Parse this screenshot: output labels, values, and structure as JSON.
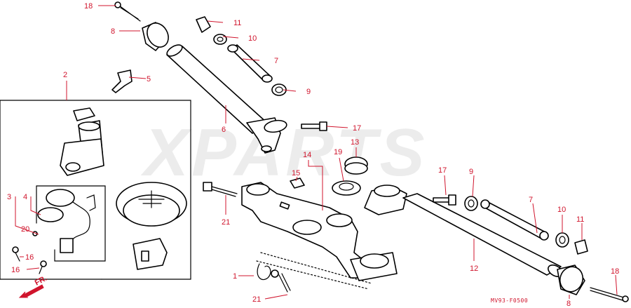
{
  "watermark": "XPARTS",
  "diagram_code": "MV93-F0500",
  "front_arrow": "FR.",
  "callouts": [
    {
      "id": "c18a",
      "label": "18"
    },
    {
      "id": "c8a",
      "label": "8"
    },
    {
      "id": "c11a",
      "label": "11"
    },
    {
      "id": "c10a",
      "label": "10"
    },
    {
      "id": "c7a",
      "label": "7"
    },
    {
      "id": "c9a",
      "label": "9"
    },
    {
      "id": "c2",
      "label": "2"
    },
    {
      "id": "c5",
      "label": "5"
    },
    {
      "id": "c6",
      "label": "6"
    },
    {
      "id": "c17a",
      "label": "17"
    },
    {
      "id": "c14",
      "label": "14"
    },
    {
      "id": "c19",
      "label": "19"
    },
    {
      "id": "c13",
      "label": "13"
    },
    {
      "id": "c15",
      "label": "15"
    },
    {
      "id": "c17b",
      "label": "17"
    },
    {
      "id": "c9b",
      "label": "9"
    },
    {
      "id": "c7b",
      "label": "7"
    },
    {
      "id": "c10b",
      "label": "10"
    },
    {
      "id": "c11b",
      "label": "11"
    },
    {
      "id": "c3",
      "label": "3"
    },
    {
      "id": "c4",
      "label": "4"
    },
    {
      "id": "c21a",
      "label": "21"
    },
    {
      "id": "c20",
      "label": "20"
    },
    {
      "id": "c16a",
      "label": "16"
    },
    {
      "id": "c16b",
      "label": "16"
    },
    {
      "id": "c1",
      "label": "1"
    },
    {
      "id": "c21b",
      "label": "21"
    },
    {
      "id": "c12",
      "label": "12"
    },
    {
      "id": "c18b",
      "label": "18"
    },
    {
      "id": "c8b",
      "label": "8"
    }
  ]
}
